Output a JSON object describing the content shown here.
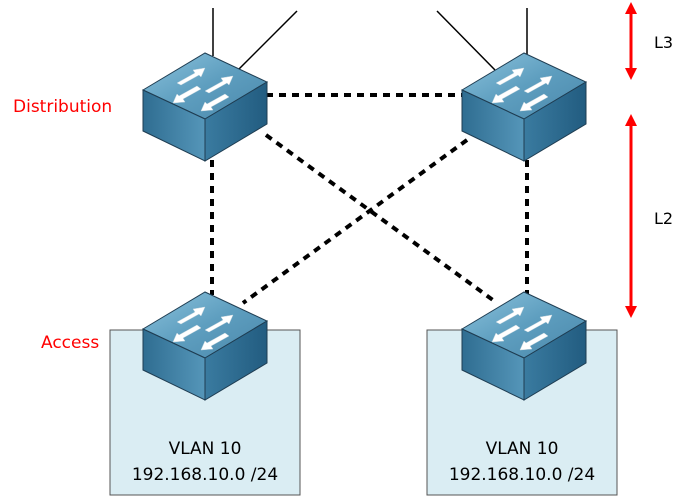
{
  "labels": {
    "distribution": "Distribution",
    "access": "Access",
    "l3": "L3",
    "l2": "L2"
  },
  "subnets": [
    {
      "vlan": "VLAN 10",
      "network": "192.168.10.0 /24"
    },
    {
      "vlan": "VLAN 10",
      "network": "192.168.10.0 /24"
    }
  ],
  "colors": {
    "layer_label": "#ff0000",
    "arrow": "#ff0000",
    "subnet_box_fill": "#daedf3",
    "switch_top": "#5e9ebf",
    "switch_front_left": "#3f7fa3",
    "switch_front_right": "#2f6b8f",
    "link": "#000000"
  },
  "switches": [
    {
      "id": "dist-left",
      "role": "distribution"
    },
    {
      "id": "dist-right",
      "role": "distribution"
    },
    {
      "id": "access-left",
      "role": "access"
    },
    {
      "id": "access-right",
      "role": "access"
    }
  ],
  "links": [
    {
      "from": "dist-left",
      "to": "dist-right",
      "style": "dashed"
    },
    {
      "from": "dist-left",
      "to": "access-left",
      "style": "dashed"
    },
    {
      "from": "dist-left",
      "to": "access-right",
      "style": "dashed"
    },
    {
      "from": "dist-right",
      "to": "access-right",
      "style": "dashed"
    },
    {
      "from": "dist-right",
      "to": "access-left",
      "style": "dashed"
    }
  ]
}
